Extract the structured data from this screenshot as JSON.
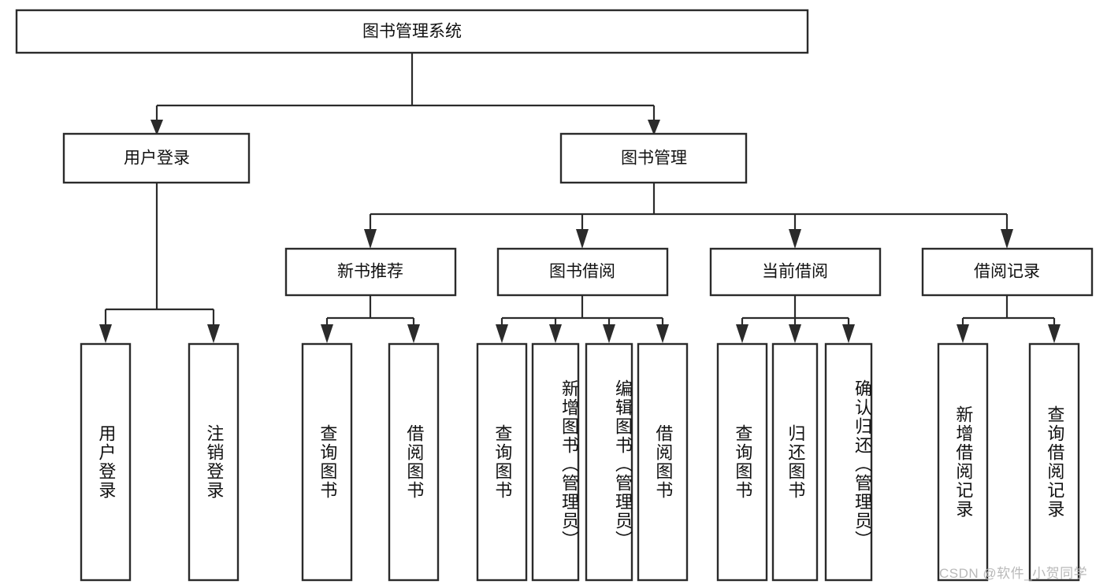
{
  "diagram": {
    "type": "tree-hierarchy",
    "title_node": "图书管理系统",
    "orientation": "top-down",
    "watermark": "CSDN @软件_小贺同学",
    "colors": {
      "box_stroke": "#2b2b2b",
      "box_fill": "#ffffff",
      "connector": "#2b2b2b",
      "text": "#111111",
      "watermark": "#b9b9b9",
      "background": "#ffffff"
    },
    "levels": {
      "level0": [
        "图书管理系统"
      ],
      "level1": [
        "用户登录",
        "图书管理"
      ],
      "level2": [
        "新书推荐",
        "图书借阅",
        "当前借阅",
        "借阅记录"
      ],
      "level3": [
        "用户登录",
        "注销登录",
        "查询图书",
        "借阅图书",
        "查询图书",
        "新增图书（管理员）",
        "编辑图书（管理员）",
        "借阅图书",
        "查询图书",
        "归还图书",
        "确认归还（管理员）",
        "新增借阅记录",
        "查询借阅记录"
      ]
    },
    "nodes": {
      "root": {
        "label": "图书管理系统"
      },
      "user_login": {
        "label": "用户登录"
      },
      "book_manage": {
        "label": "图书管理"
      },
      "new_book_rec": {
        "label": "新书推荐"
      },
      "book_borrow": {
        "label": "图书借阅"
      },
      "current_borrow": {
        "label": "当前借阅"
      },
      "borrow_record": {
        "label": "借阅记录"
      },
      "leaf_user_login": {
        "label": "用户登录"
      },
      "leaf_logout": {
        "label": "注销登录"
      },
      "leaf_query_book_1": {
        "label": "查询图书"
      },
      "leaf_borrow_book_1": {
        "label": "借阅图书"
      },
      "leaf_query_book_2": {
        "label": "查询图书"
      },
      "leaf_add_book_admin": {
        "label": "新增图书（管理员）"
      },
      "leaf_edit_book_admin": {
        "label": "编辑图书（管理员）"
      },
      "leaf_borrow_book_2": {
        "label": "借阅图书"
      },
      "leaf_query_book_3": {
        "label": "查询图书"
      },
      "leaf_return_book": {
        "label": "归还图书"
      },
      "leaf_confirm_return_admin": {
        "label": "确认归还（管理员）"
      },
      "leaf_add_record": {
        "label": "新增借阅记录"
      },
      "leaf_query_record": {
        "label": "查询借阅记录"
      }
    },
    "edges": [
      {
        "from": "图书管理系统",
        "to": "用户登录"
      },
      {
        "from": "图书管理系统",
        "to": "图书管理"
      },
      {
        "from": "用户登录",
        "to": "用户登录"
      },
      {
        "from": "用户登录",
        "to": "注销登录"
      },
      {
        "from": "图书管理",
        "to": "新书推荐"
      },
      {
        "from": "图书管理",
        "to": "图书借阅"
      },
      {
        "from": "图书管理",
        "to": "当前借阅"
      },
      {
        "from": "图书管理",
        "to": "借阅记录"
      },
      {
        "from": "新书推荐",
        "to": "查询图书"
      },
      {
        "from": "新书推荐",
        "to": "借阅图书"
      },
      {
        "from": "图书借阅",
        "to": "查询图书"
      },
      {
        "from": "图书借阅",
        "to": "新增图书（管理员）"
      },
      {
        "from": "图书借阅",
        "to": "编辑图书（管理员）"
      },
      {
        "from": "图书借阅",
        "to": "借阅图书"
      },
      {
        "from": "当前借阅",
        "to": "查询图书"
      },
      {
        "from": "当前借阅",
        "to": "归还图书"
      },
      {
        "from": "当前借阅",
        "to": "确认归还（管理员）"
      },
      {
        "from": "借阅记录",
        "to": "新增借阅记录"
      },
      {
        "from": "借阅记录",
        "to": "查询借阅记录"
      }
    ]
  }
}
